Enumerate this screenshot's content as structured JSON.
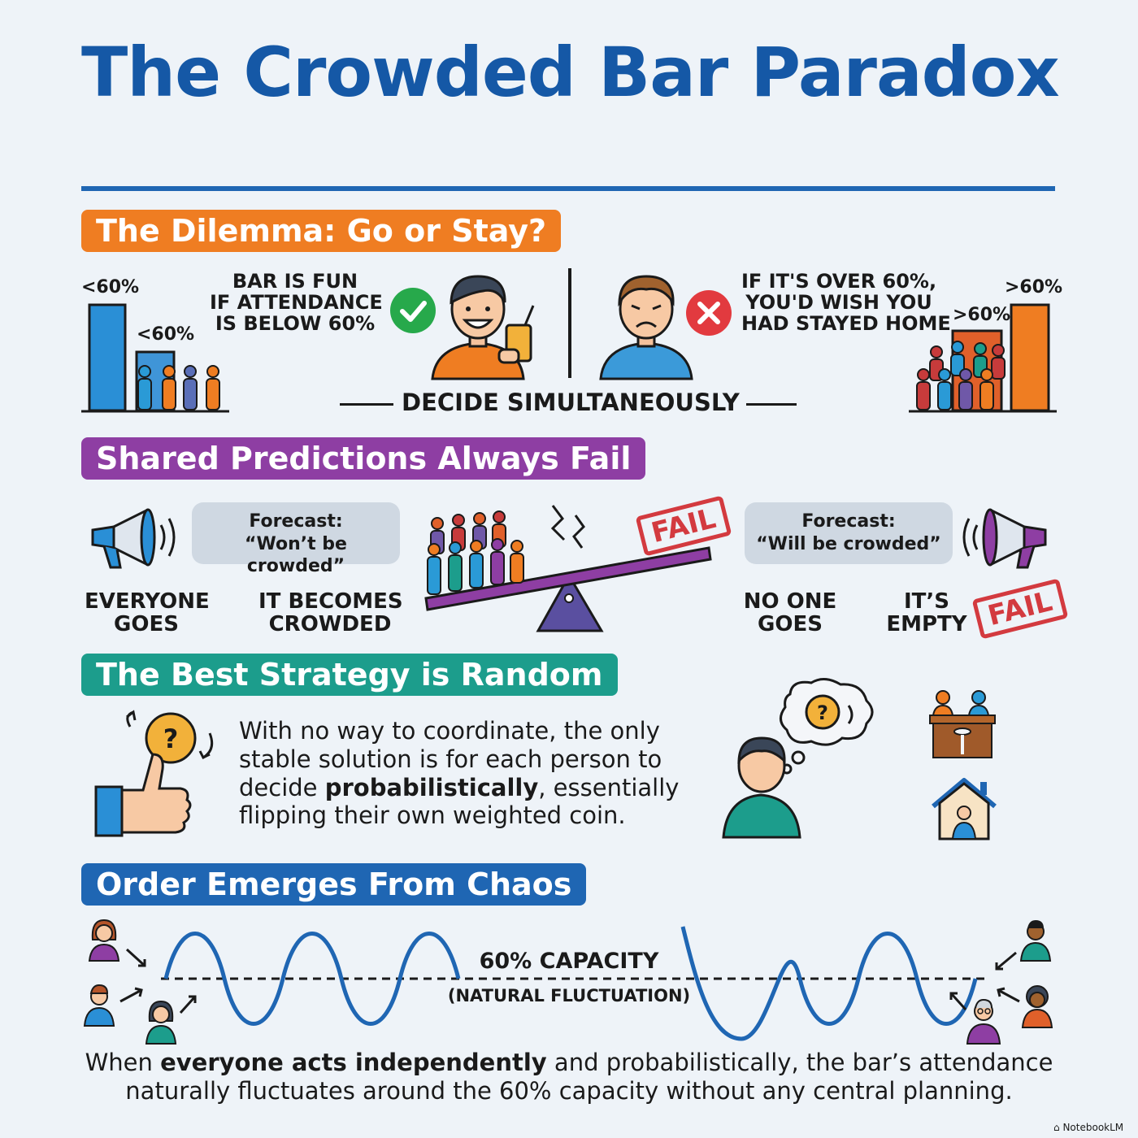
{
  "title": "The Crowded Bar Paradox",
  "section1": {
    "heading": "The Dilemma: Go or Stay?",
    "left_bar_tall_label": "<60%",
    "left_bar_short_label": "<60%",
    "fun_text_1": "BAR IS FUN",
    "fun_text_2": "IF ATTENDANCE",
    "fun_text_3": "IS BELOW 60%",
    "wish_text_1": "IF IT'S OVER 60%,",
    "wish_text_2": "YOU'D WISH YOU",
    "wish_text_3": "HAD STAYED HOME",
    "right_bar_tall_label": ">60%",
    "right_bar_short_label": ">60%",
    "decide_label": "DECIDE SIMULTANEOUSLY"
  },
  "section2": {
    "heading": "Shared Predictions Always Fail",
    "left_bubble_1": "Forecast:",
    "left_bubble_2": "“Won’t be crowded”",
    "everyone_1": "EVERYONE",
    "everyone_2": "GOES",
    "crowded_1": "IT BECOMES",
    "crowded_2": "CROWDED",
    "fail_1": "FAIL",
    "right_bubble_1": "Forecast:",
    "right_bubble_2": "“Will be crowded”",
    "noone_1": "NO ONE",
    "noone_2": "GOES",
    "empty_1": "IT’S",
    "empty_2": "EMPTY",
    "fail_2": "FAIL"
  },
  "section3": {
    "heading": "The Best Strategy is Random",
    "para_1": "With no way to coordinate, the only",
    "para_2": "stable solution is for each person to",
    "para_3a": "decide ",
    "para_3b": "probabilistically",
    "para_3c": ", essentially",
    "para_4": "flipping their own weighted coin."
  },
  "section4": {
    "heading": "Order Emerges From Chaos",
    "capacity_label": "60% CAPACITY",
    "fluct_label": "(NATURAL FLUCTUATION)",
    "foot_1a": "When ",
    "foot_1b": "everyone acts independently",
    "foot_1c": " and probabilistically, the bar’s attendance",
    "foot_2": "naturally fluctuates around the 60% capacity without any central planning."
  },
  "watermark": "NotebookLM",
  "colors": {
    "title_blue": "#1558a6",
    "orange": "#ef7d22",
    "purple": "#8e3ea3",
    "teal": "#1c9d8c",
    "navy": "#1f66b3",
    "check_green": "#27a94b",
    "x_red": "#e23a3f"
  }
}
